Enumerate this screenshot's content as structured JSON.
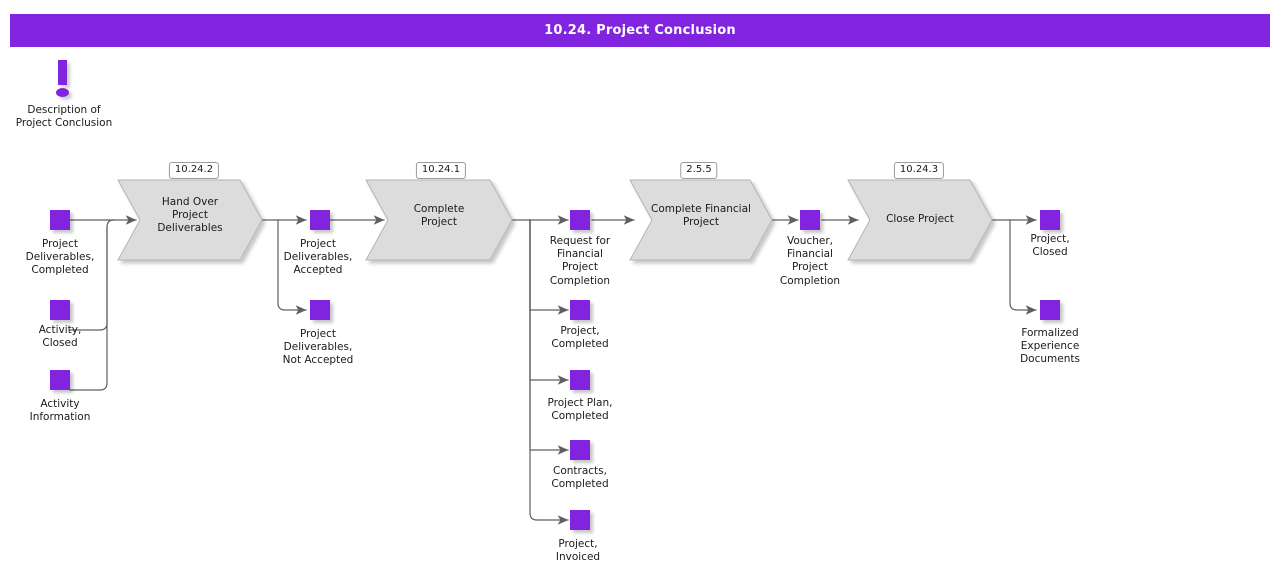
{
  "header": {
    "title": "10.24. Project Conclusion",
    "bar_color": "#8124e0"
  },
  "theme": {
    "node_color": "#8124e0",
    "process_fill": "#dcdcdc",
    "process_stroke": "#b4b4b4",
    "connector_color": "#606060",
    "badge_border": "#9a9a9a",
    "text_color": "#1a1a1a"
  },
  "annotation": {
    "icon": "exclamation-icon",
    "label": "Description of\nProject Conclusion"
  },
  "processes": [
    {
      "id": "hand-over-project-deliverables",
      "badge": "10.24.2",
      "label": "Hand Over\nProject\nDeliverables"
    },
    {
      "id": "complete-project",
      "badge": "10.24.1",
      "label": "Complete\nProject"
    },
    {
      "id": "complete-financial-project",
      "badge": "2.5.5",
      "label": "Complete Financial\nProject"
    },
    {
      "id": "close-project",
      "badge": "10.24.3",
      "label": "Close Project"
    }
  ],
  "nodes": [
    {
      "id": "project-deliverables-completed",
      "label": "Project\nDeliverables,\nCompleted"
    },
    {
      "id": "activity-closed",
      "label": "Activity,\nClosed"
    },
    {
      "id": "activity-information",
      "label": "Activity\nInformation"
    },
    {
      "id": "project-deliverables-accepted",
      "label": "Project\nDeliverables,\nAccepted"
    },
    {
      "id": "project-deliverables-not-accepted",
      "label": "Project\nDeliverables,\nNot Accepted"
    },
    {
      "id": "request-for-financial-project-completion",
      "label": "Request for\nFinancial\nProject\nCompletion"
    },
    {
      "id": "project-completed",
      "label": "Project,\nCompleted"
    },
    {
      "id": "project-plan-completed",
      "label": "Project Plan,\nCompleted"
    },
    {
      "id": "contracts-completed",
      "label": "Contracts,\nCompleted"
    },
    {
      "id": "project-invoiced",
      "label": "Project,\nInvoiced"
    },
    {
      "id": "voucher-financial-project-completion",
      "label": "Voucher,\nFinancial\nProject\nCompletion"
    },
    {
      "id": "project-closed",
      "label": "Project,\nClosed"
    },
    {
      "id": "formalized-experience-documents",
      "label": "Formalized\nExperience\nDocuments"
    }
  ]
}
